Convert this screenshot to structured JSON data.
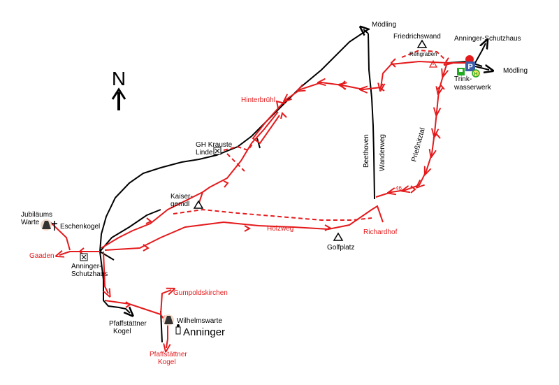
{
  "map": {
    "north_label": "N",
    "colors": {
      "main_route": "#e41a1c",
      "other_route": "#000000",
      "parking": "#3b5fa8",
      "marker": "#e41a1c",
      "bus": "#22aa22"
    },
    "labels": {
      "moedling_top": "Mödling",
      "friedrichswand": "Friedrichswand",
      "anninger_schutzhaus_top": "Anninger-Schutzhaus",
      "rehgraben": "Rehgraben",
      "moedling_right": "Mödling",
      "trinkwasserwerk": [
        "Trink-",
        "wasserwerk"
      ],
      "hinterbruehl": "Hinterbrühl",
      "gh_krauste_linde": [
        "GH Krauste",
        "Linde"
      ],
      "beethoven_wanderweg": [
        "Beethoven",
        "Wanderweg"
      ],
      "priessnitztal": "Prießnitztal",
      "kaisergemdl": [
        "Kaiser-",
        "gemdl"
      ],
      "trail_46": "46",
      "jubilaeums_warte": [
        "Jubiläums",
        "Warte"
      ],
      "eschenkogel": "Eschenkogel",
      "holzweg": "Holzweg",
      "richardhof": "Richardhof",
      "golfplatz": "Golfplatz",
      "gaaden": "Gaaden",
      "anninger_schutzhaus": [
        "Anninger-",
        "Schutzhaus"
      ],
      "gumpoldskirchen": "Gumpoldskirchen",
      "pfaffstaettner_kogel": [
        "Pfaffstättner",
        "Kogel"
      ],
      "wilhelmswarte": "Wilhelmswarte",
      "anninger": "Anninger",
      "pfaffstaettner_kogel_red": [
        "Pfaffstättner",
        "Kogel"
      ]
    },
    "icons": [
      "north-arrow-icon",
      "summit-triangle-icon",
      "parking-icon",
      "bus-stop-icon",
      "tram-icon",
      "restaurant-icon",
      "lookout-tower-icon",
      "cross-icon",
      "warning-icon",
      "start-marker-icon"
    ]
  }
}
